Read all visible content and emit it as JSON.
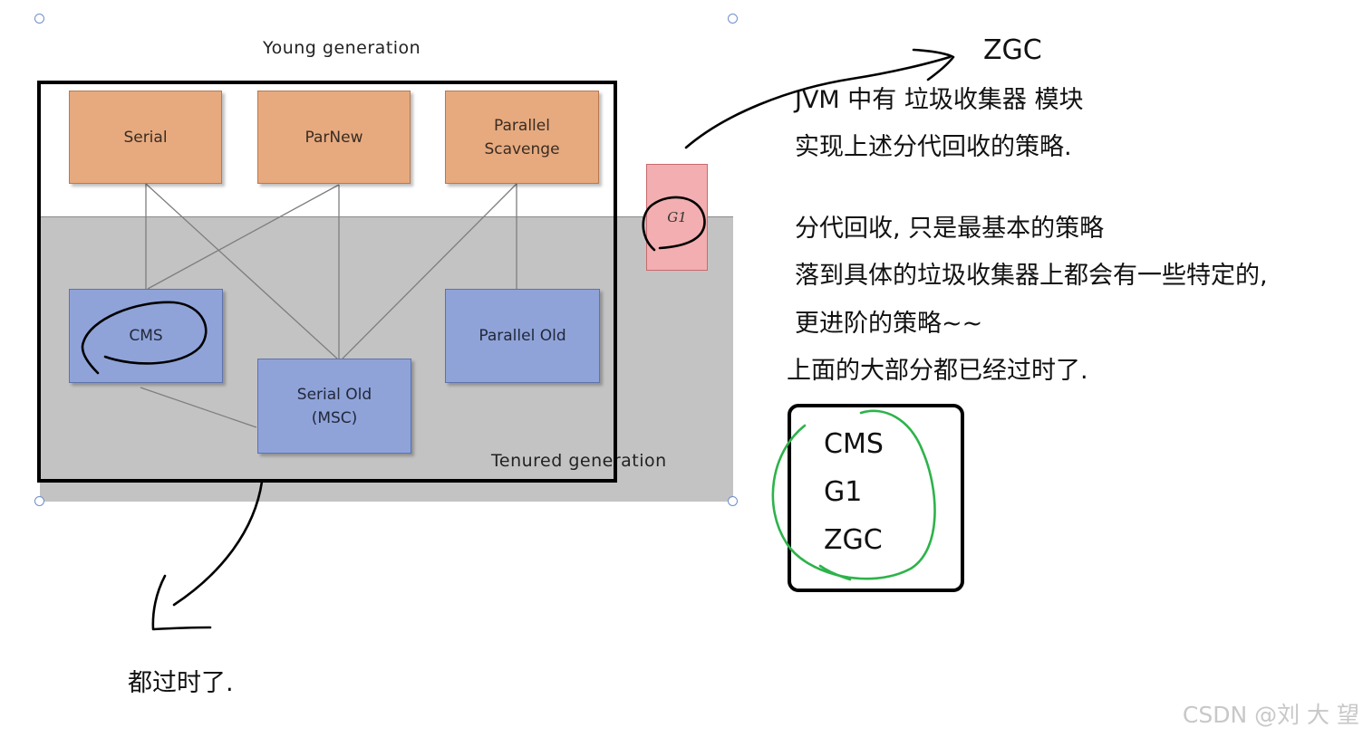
{
  "diagram": {
    "young_label": "Young generation",
    "tenured_label": "Tenured generation",
    "collectors": {
      "serial": "Serial",
      "parnew": "ParNew",
      "parallel_scavenge": "Parallel\nScavenge",
      "cms": "CMS",
      "serial_old": "Serial Old\n(MSC)",
      "parallel_old": "Parallel Old",
      "g1": "G1"
    },
    "colors": {
      "young_box": "#e7aa7f",
      "old_box": "#8fa3d9",
      "g1_box": "#f2aeb0",
      "tenured_background": "#c3c3c3",
      "green_annotation": "#2db34a"
    }
  },
  "annotations": {
    "zgc_label": "ZGC",
    "notes": [
      "JVM 中有 垃圾收集器 模块",
      "实现上述分代回收的策略.",
      "分代回收, 只是最基本的策略",
      "落到具体的垃圾收集器上都会有一些特定的,",
      "更进阶的策略~~",
      "上面的大部分都已经过时了."
    ],
    "modern_collectors": [
      "CMS",
      "G1",
      "ZGC"
    ],
    "obsolete_note": "都过时了."
  },
  "watermark": "CSDN @刘 大 望"
}
